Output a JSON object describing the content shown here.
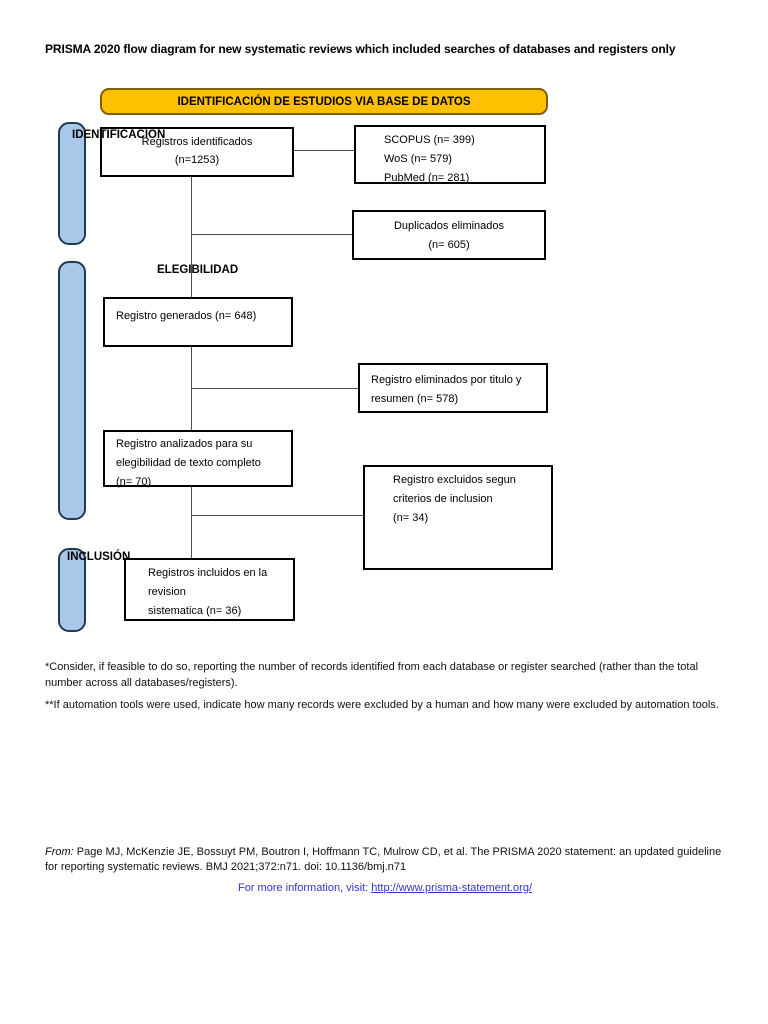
{
  "page": {
    "title": "PRISMA 2020 flow diagram for new systematic reviews which included searches of databases and registers only"
  },
  "banner": {
    "label": "IDENTIFICACIÓN DE ESTUDIOS VIA BASE DE DATOS"
  },
  "stages": {
    "identification": "IDENTIFICACIÓN",
    "eligibility": "ELEGIBILIDAD",
    "inclusion": "INCLUSIÓN"
  },
  "boxes": {
    "identified": {
      "line1": "Registros identificados",
      "line2": "(n=1253)"
    },
    "sources": {
      "line1": "SCOPUS (n= 399)",
      "line2": "WoS (n= 579)",
      "line3": "PubMed (n= 281)"
    },
    "duplicates": {
      "line1": "Duplicados eliminados",
      "line2": "(n= 605)"
    },
    "screened": {
      "line1": "Registro generados (n= 648)"
    },
    "excluded_title": {
      "line1": "Registro eliminados por titulo y",
      "line2": "resumen (n= 578)"
    },
    "fulltext": {
      "line1": "Registro analizados para su",
      "line2": "elegibilidad de texto completo",
      "line3": "(n= 70)"
    },
    "excluded_criteria": {
      "line1": "Registro excluidos segun",
      "line2": "criterios de inclusion",
      "line3": "(n= 34)"
    },
    "included": {
      "line1": "Registros incluidos en la revision",
      "line2": "sistematica (n= 36)"
    }
  },
  "footnotes": {
    "first": "*Consider, if feasible to do so, reporting the number of records identified from each database or register searched (rather than the total number across all databases/registers).",
    "second": "**If automation tools were used, indicate how many records were excluded by a human and how many were excluded by automation tools."
  },
  "citation": {
    "prefix": "From:",
    "text": "  Page MJ, McKenzie JE, Bossuyt PM, Boutron I, Hoffmann TC, Mulrow CD, et al. The PRISMA 2020 statement: an updated guideline for reporting systematic reviews. BMJ 2021;372:n71. doi: 10.1136/bmj.n71"
  },
  "more_info": {
    "label": "For more information, visit: ",
    "url": "http://www.prisma-statement.org/"
  },
  "colors": {
    "banner_fill": "#FFC000",
    "banner_border": "#7F6000",
    "stage_fill": "#A9C7E9",
    "stage_border": "#203A52",
    "link": "#3333CC",
    "line": "#4D4D4D"
  }
}
